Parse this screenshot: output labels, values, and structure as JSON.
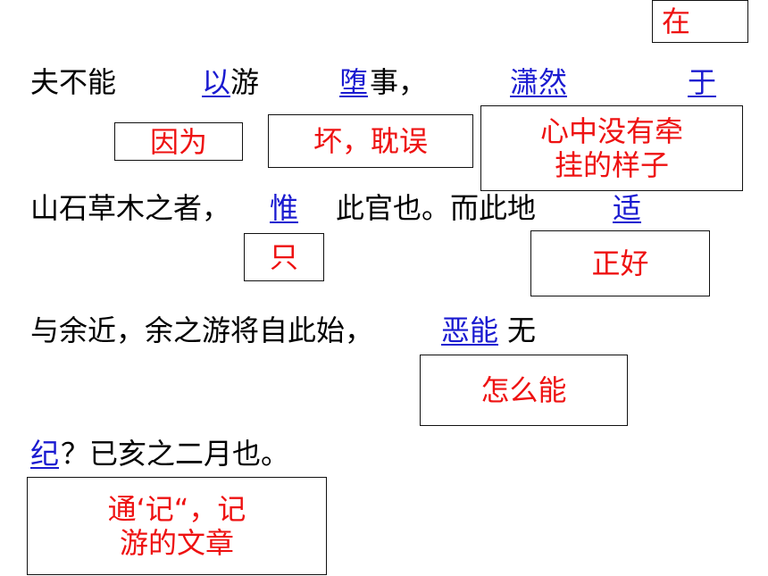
{
  "colors": {
    "text": "#000000",
    "keyword": "#1a1ad0",
    "annotation": "#ee1111",
    "box_border": "#111111"
  },
  "lines": {
    "l1": {
      "a": "夫不能",
      "k1": "以",
      "b": "游",
      "k2": "堕",
      "c": "事，",
      "k3": "潇然",
      "k4": "于"
    },
    "l2": {
      "a": "山石草木之者，",
      "k1": "惟",
      "b": "此官也。而此地",
      "k2": "适"
    },
    "l3": {
      "a": "与余近，余之游将自此始，",
      "k1": "恶能",
      "b": "无"
    },
    "l4": {
      "k1": "纪",
      "a": "？已亥之二月也。"
    }
  },
  "annotations": {
    "zai": "在",
    "yinwei": "因为",
    "huai": "坏，耽误",
    "xinzhong_1": "心中没有牵",
    "xinzhong_2": "挂的样子",
    "zhi": "只",
    "zhenghao": "正好",
    "zenme": "怎么能",
    "tong_1": "通‘记“，记",
    "tong_2": "游的文章"
  }
}
